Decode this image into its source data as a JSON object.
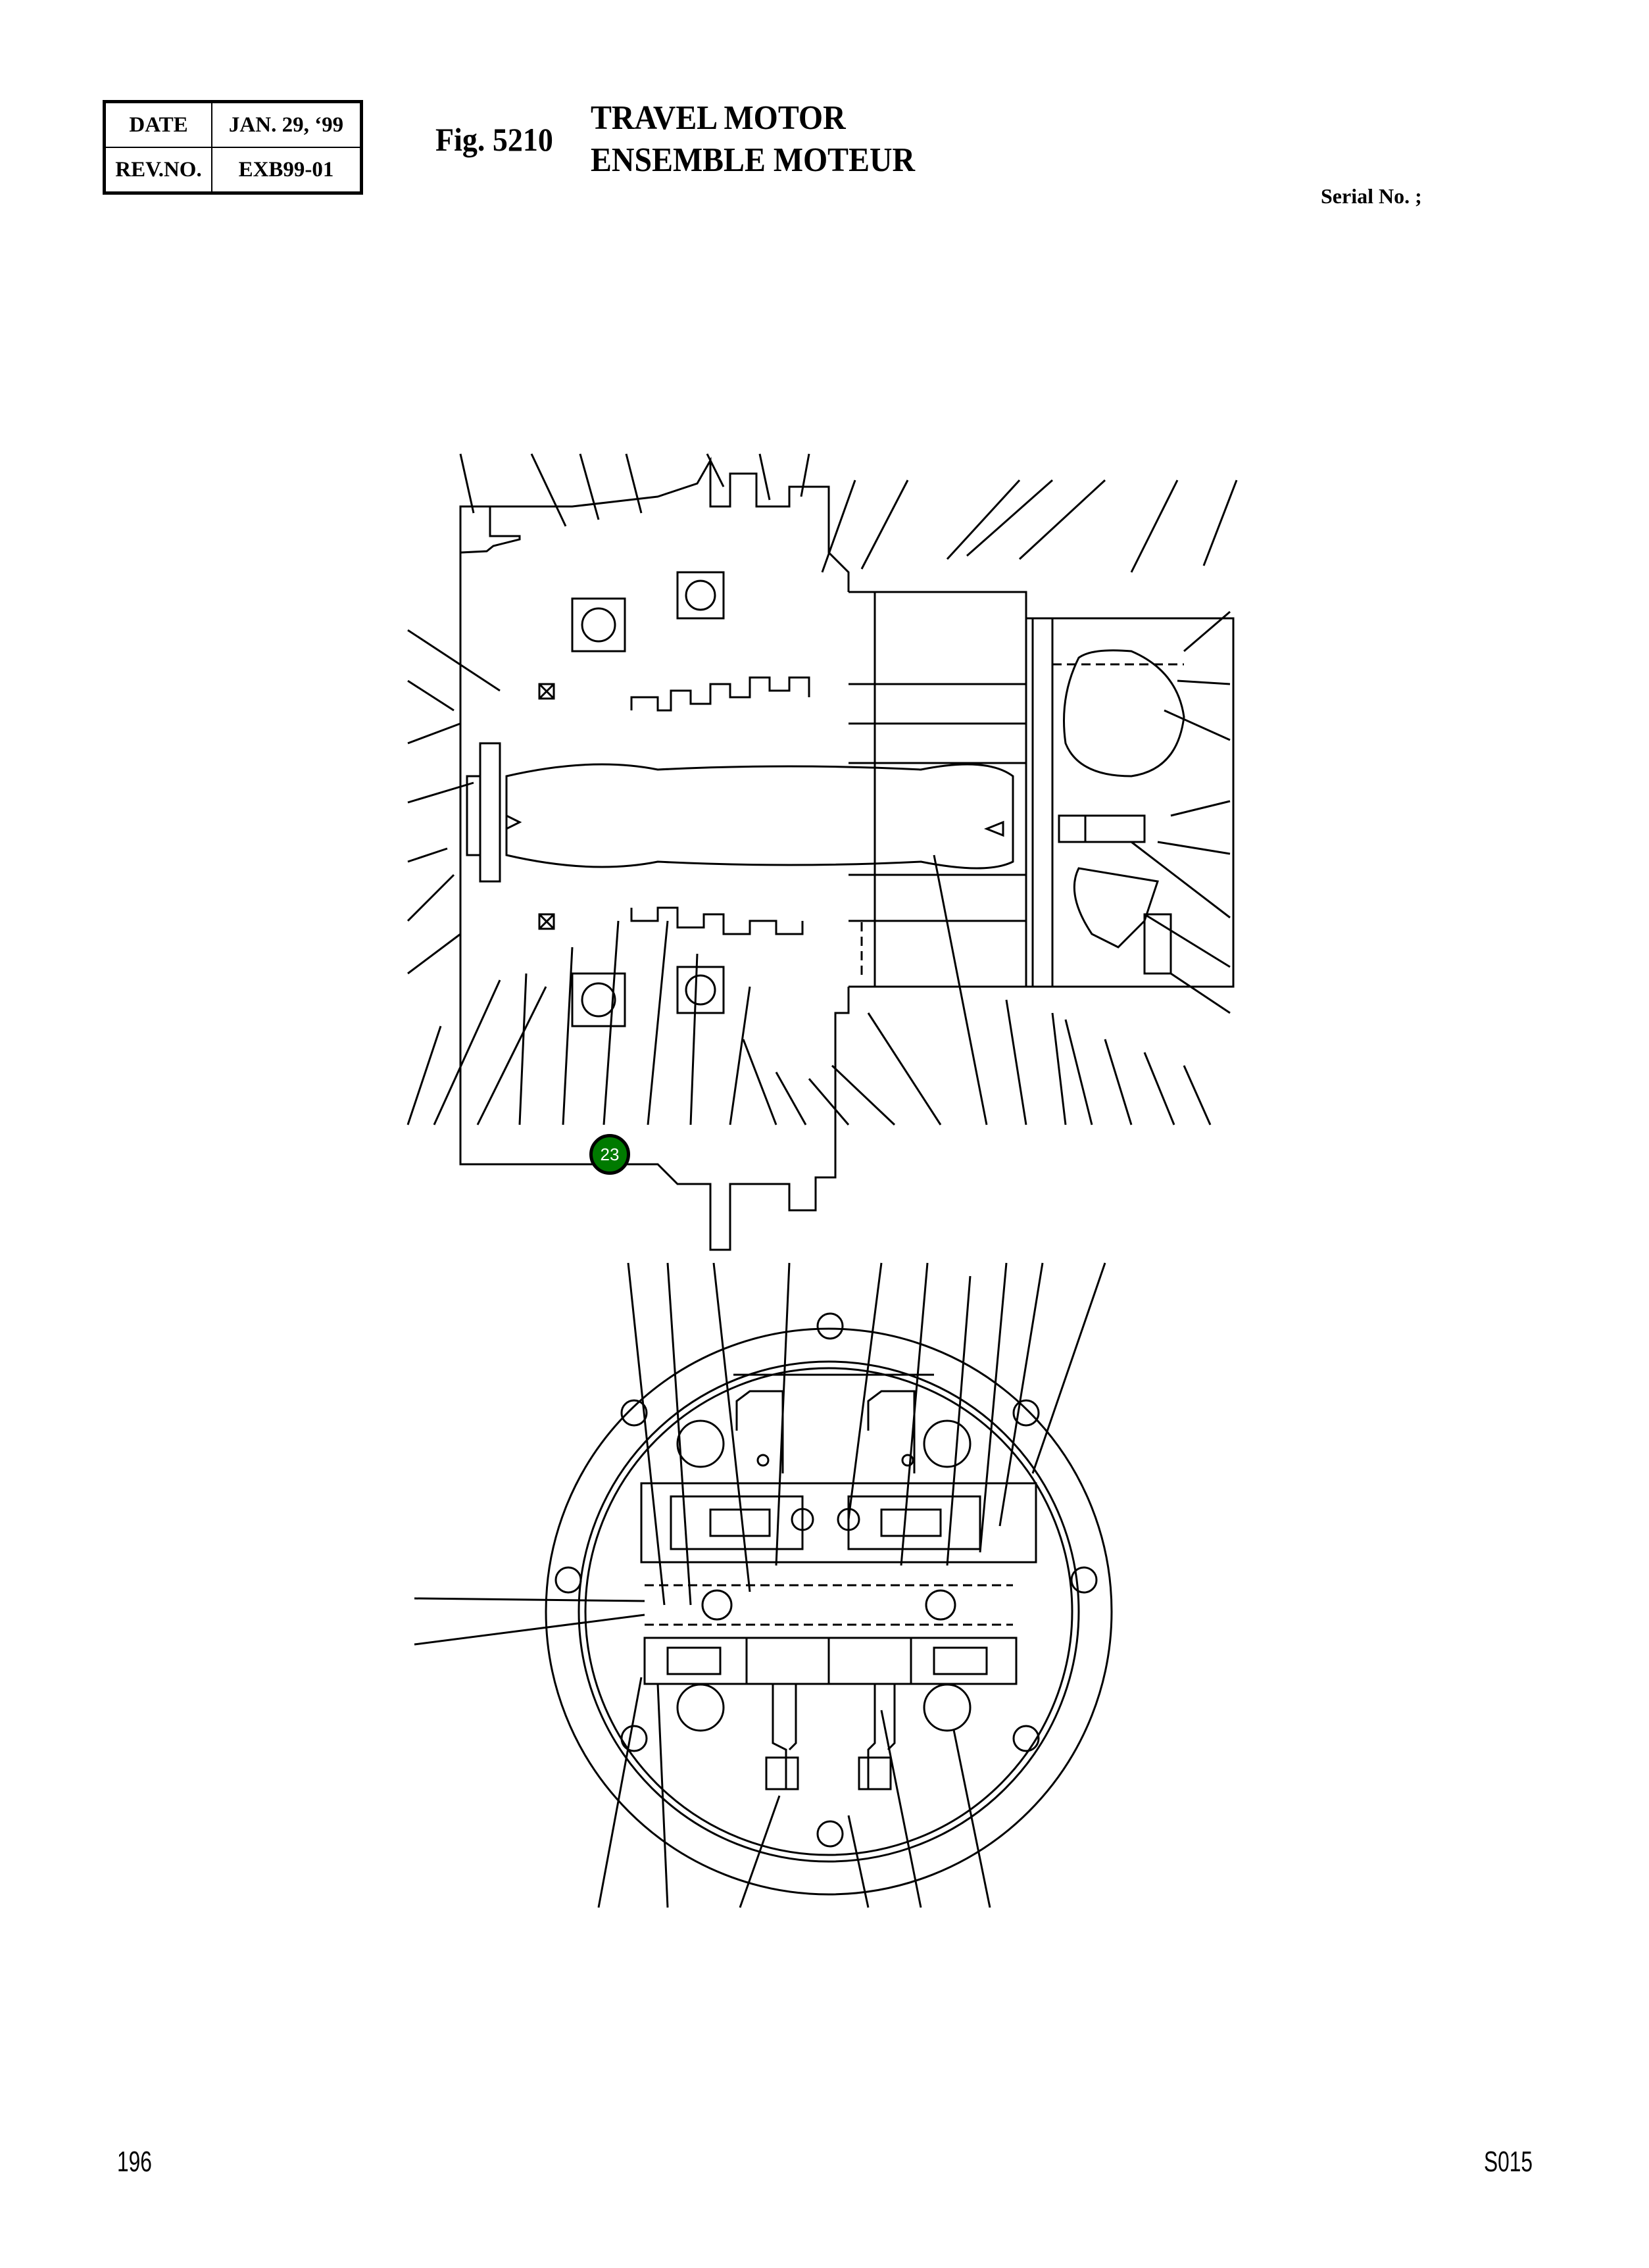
{
  "revision_block": {
    "date_label": "DATE",
    "date_value": "JAN. 29, ‘99",
    "rev_label": "REV.NO.",
    "rev_value": "EXB99-01"
  },
  "header": {
    "figure_number": "Fig. 5210",
    "title_en": "TRAVEL MOTOR",
    "title_fr": "ENSEMBLE MOTEUR",
    "serial_label": "Serial No. ;"
  },
  "drawings": [
    {
      "name": "travel-motor-cross-section",
      "view": "side section"
    },
    {
      "name": "travel-motor-end-view",
      "view": "end view (valve plate)"
    }
  ],
  "callout_badge": {
    "label": "23",
    "color": "#007a00"
  },
  "footer": {
    "page_number": "196",
    "section_code": "S015"
  }
}
